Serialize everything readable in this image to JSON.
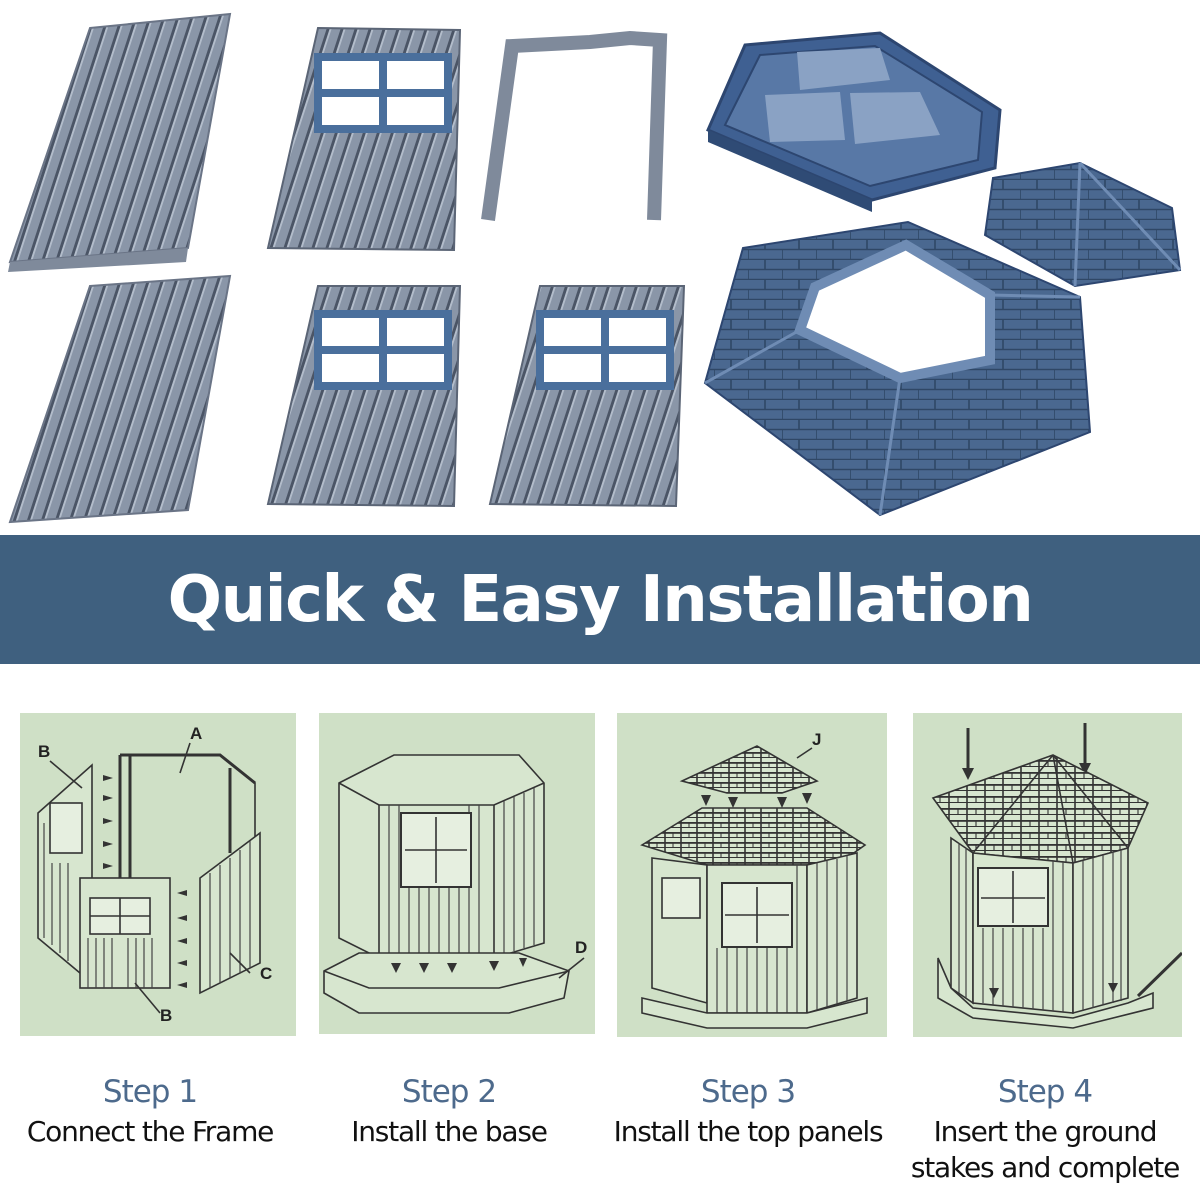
{
  "banner": {
    "title": "Quick & Easy Installation",
    "background_color": "#3f607f",
    "text_color": "#ffffff"
  },
  "parts_photo": {
    "items": [
      {
        "name": "plain-wall-panel",
        "count": 2
      },
      {
        "name": "window-wall-panel",
        "count": 3
      },
      {
        "name": "door-frame",
        "count": 1
      },
      {
        "name": "hexagonal-base",
        "count": 1
      },
      {
        "name": "roof-ring",
        "count": 1
      },
      {
        "name": "roof-cap",
        "count": 1
      }
    ],
    "panel_color": "#8a96a8",
    "window_color": "#4a6f9c",
    "roof_color": "#4a6890"
  },
  "steps": [
    {
      "number_label": "Step 1",
      "description_lines": [
        "Connect the Frame"
      ],
      "diagram_labels": [
        "A",
        "B",
        "B",
        "C"
      ]
    },
    {
      "number_label": "Step 2",
      "description_lines": [
        "Install the base"
      ],
      "diagram_labels": [
        "D"
      ]
    },
    {
      "number_label": "Step 3",
      "description_lines": [
        "Install the top panels"
      ],
      "diagram_labels": [
        "J"
      ]
    },
    {
      "number_label": "Step 4",
      "description_lines": [
        "Insert the ground",
        "stakes and complete"
      ],
      "diagram_labels": []
    }
  ],
  "colors": {
    "step_number": "#4d6a8c",
    "step_text": "#111111",
    "diagram_background": "#cfe0c6"
  }
}
